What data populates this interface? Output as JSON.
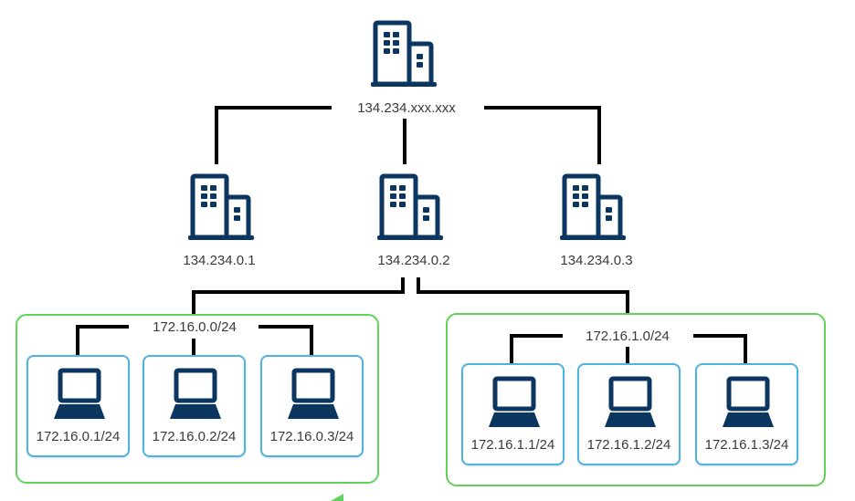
{
  "colors": {
    "icon": "#0b3660",
    "line": "#000000",
    "subnet_border": "#5ed35a",
    "host_border": "#4fb3e0",
    "text": "#3a3a3a"
  },
  "root": {
    "label": "134.234.xxx.xxx",
    "icon": "building-icon"
  },
  "routers": [
    {
      "label": "134.234.0.1",
      "icon": "building-icon"
    },
    {
      "label": "134.234.0.2",
      "icon": "building-icon"
    },
    {
      "label": "134.234.0.3",
      "icon": "building-icon"
    }
  ],
  "subnets": [
    {
      "label": "172.16.0.0/24",
      "hosts": [
        {
          "label": "172.16.0.1/24",
          "icon": "laptop-icon"
        },
        {
          "label": "172.16.0.2/24",
          "icon": "laptop-icon"
        },
        {
          "label": "172.16.0.3/24",
          "icon": "laptop-icon"
        }
      ]
    },
    {
      "label": "172.16.1.0/24",
      "hosts": [
        {
          "label": "172.16.1.1/24",
          "icon": "laptop-icon"
        },
        {
          "label": "172.16.1.2/24",
          "icon": "laptop-icon"
        },
        {
          "label": "172.16.1.3/24",
          "icon": "laptop-icon"
        }
      ]
    }
  ]
}
